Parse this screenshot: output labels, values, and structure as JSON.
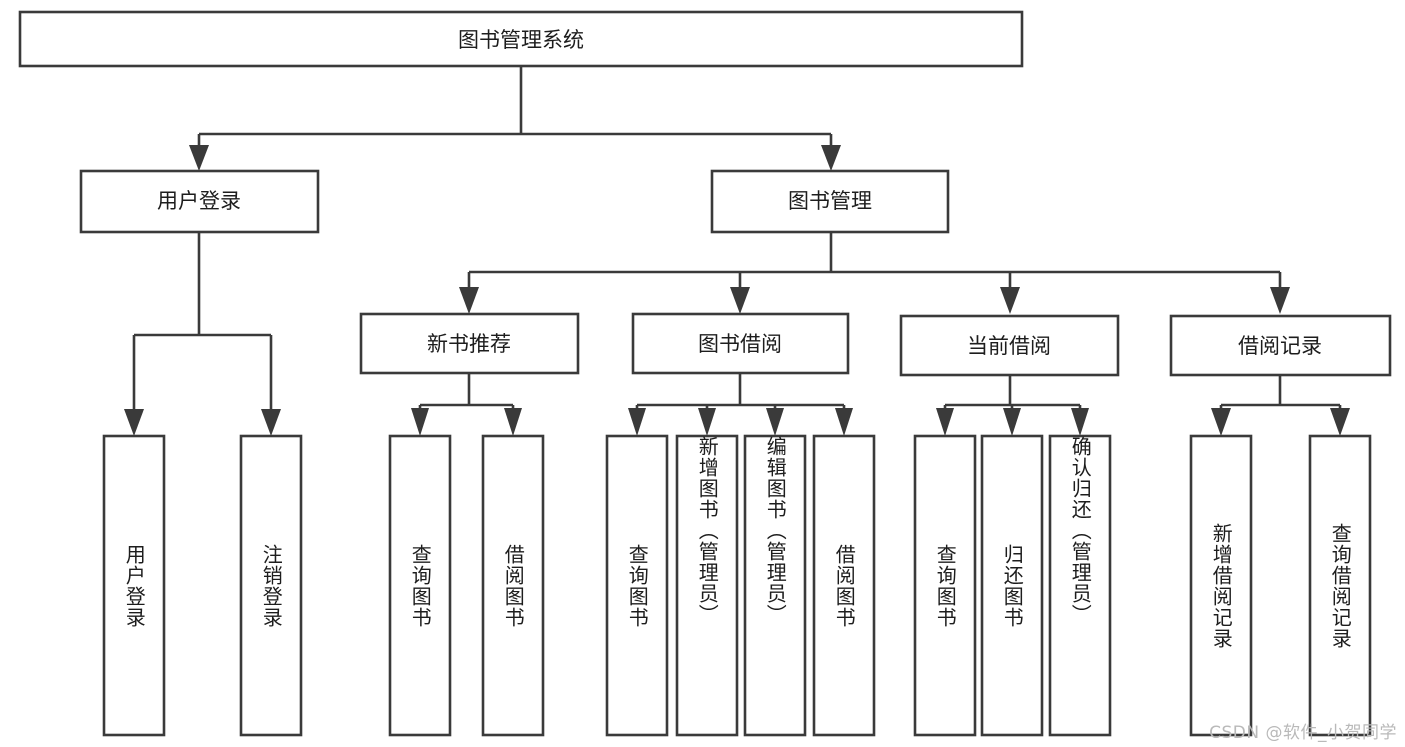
{
  "diagram": {
    "type": "hierarchy-tree",
    "title": "图书管理系统",
    "watermark": "CSDN @软件_小贺同学",
    "colors": {
      "box_stroke": "#3a3a3a",
      "box_fill": "#ffffff",
      "text": "#1d1d1d",
      "watermark": "#b9b9b9",
      "background": "#ffffff"
    },
    "root": {
      "label": "图书管理系统"
    },
    "level2": [
      {
        "label": "用户登录"
      },
      {
        "label": "图书管理"
      }
    ],
    "level3": [
      {
        "label": "新书推荐"
      },
      {
        "label": "图书借阅"
      },
      {
        "label": "当前借阅"
      },
      {
        "label": "借阅记录"
      }
    ],
    "leaves": {
      "user_login": [
        {
          "label": "用户登录"
        },
        {
          "label": "注销登录"
        }
      ],
      "new_book_recommend": [
        {
          "label": "查询图书"
        },
        {
          "label": "借阅图书"
        }
      ],
      "book_borrow": [
        {
          "label": "查询图书"
        },
        {
          "label": "新增图书（管理员）"
        },
        {
          "label": "编辑图书（管理员）"
        },
        {
          "label": "借阅图书"
        }
      ],
      "current_borrow": [
        {
          "label": "查询图书"
        },
        {
          "label": "归还图书"
        },
        {
          "label": "确认归还（管理员）"
        }
      ],
      "borrow_record": [
        {
          "label": "新增借阅记录"
        },
        {
          "label": "查询借阅记录"
        }
      ]
    }
  }
}
